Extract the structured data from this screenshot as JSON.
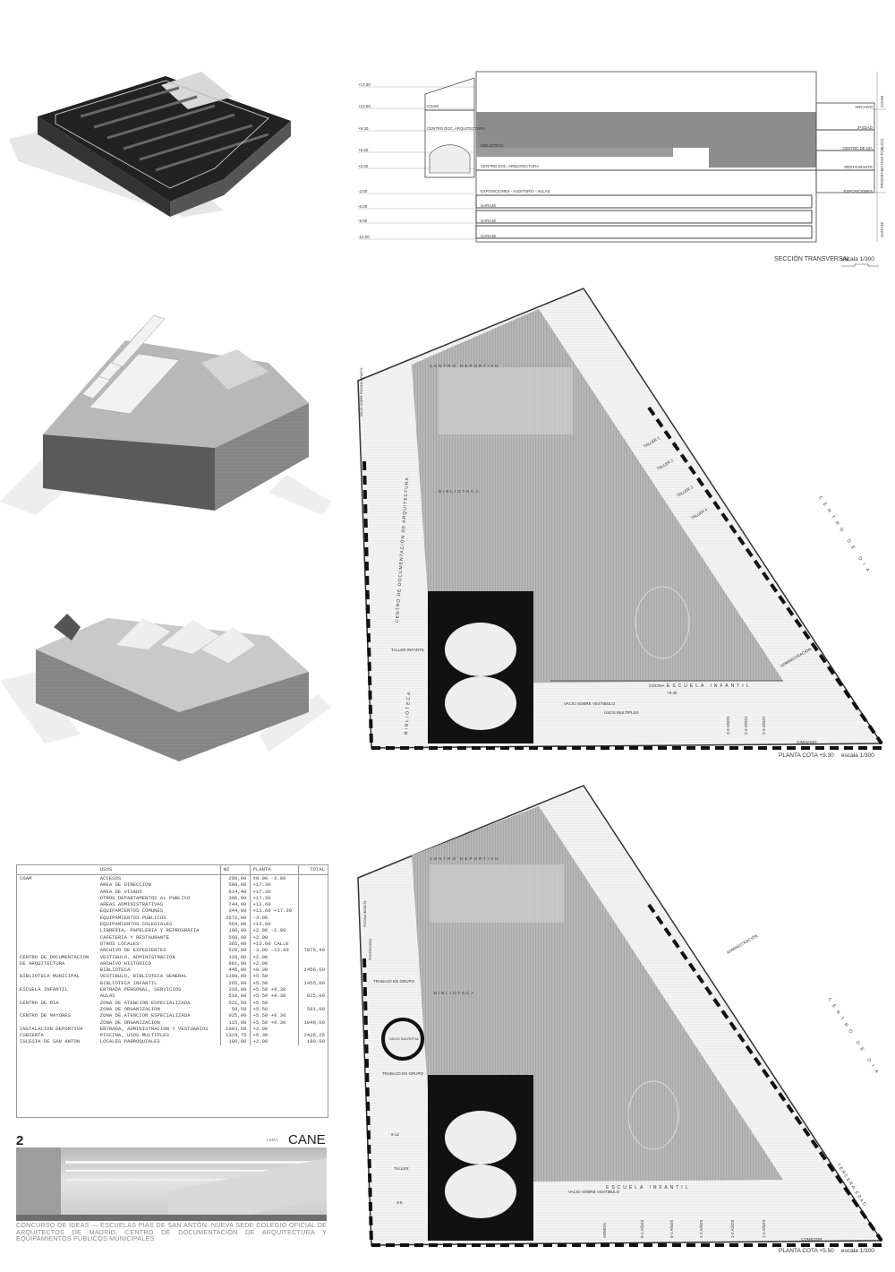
{
  "sheet_number": "2",
  "lema_label": "LEMA:",
  "lema": "CANE",
  "footer_text": "CONCURSO DE IDEAS — ESCUELAS PIAS DE SAN ANTÓN. NUEVA SEDE COLEGIO OFICIAL DE ARQUITECTOS DE MADRID, CENTRO DE DOCUMENTACIÓN DE ARQUITECTURA Y EQUIPAMIENTOS PÚBLICOS MUNICIPALES",
  "section": {
    "title": "SECCIÓN TRANSVERSAL",
    "scale": "escala 1/300",
    "levels": [
      "+17.30",
      "+13.60",
      "+9.30",
      "+5.50",
      "+2.00",
      "-3.00",
      "-6.00",
      "-9.00",
      "-12.00"
    ],
    "left_rooms": [
      "COAM",
      "CENTRO DOC. ARQUITECTURA",
      "BIBLIOTECA",
      "CENTRO DOC. ARQUITECTURA",
      "EXPOSICIONES - AUDITORIO - AULAS",
      "GARAJE",
      "GARAJE",
      "GARAJE"
    ],
    "right_rooms": [
      "ARCHIVO",
      "3ª EDAD",
      "CENTRO DE DÍA",
      "RESTAURANTE",
      "EXPOSICIONES"
    ],
    "side_labels": [
      "COAM",
      "PROGRAMA USO PÚBLICO",
      "GARAJE"
    ]
  },
  "plan_upper": {
    "title": "PLANTA COTA +9.30",
    "scale": "escala 1/300",
    "labels": {
      "centro_deportivo": "CENTRO DEPORTIVO",
      "biblioteca": "BIBLIOTECA",
      "centro_doc": "CENTRO DE DOCUMENTACIÓN DE ARQUITECTURA",
      "biblioteca_left": "BIBLIOTECA",
      "taller_infantil": "TALLER INFANTIL",
      "vacio_piscina": "VACIO SOBRE PISCINA INFANTIL",
      "escuela_infantil": "ESCUELA INFANTIL",
      "cocina": "COCINA",
      "vacio_vestibulo": "VACIO SOBRE VESTIBULO",
      "usos_multiples": "USOS MULTIPLES",
      "gimnasio": "GIMNASIO",
      "centro_dia": "CENTRO DE DIA",
      "talleres": [
        "TALLER 1",
        "TALLER 2",
        "TALLER 3",
        "TALLER 4"
      ],
      "administracion": "ADMINISTRACIÓN",
      "aulas": [
        "2-3 AÑOS",
        "2-3 AÑOS",
        "2-3 AÑOS"
      ],
      "cota": "+9.30"
    }
  },
  "plan_lower": {
    "title": "PLANTA COTA +5.50",
    "scale": "escala 1/300",
    "labels": {
      "centro_deportivo": "CENTRO DEPORTIVO",
      "biblioteca": "BIBLIOTECA",
      "piscina_infantil": "PISCINA INFANTIL",
      "profesores": "PROFESORES",
      "trabajo_grupo_1": "TRABAJO EN GRUPO",
      "vacio_sacristia": "VACIO SACRISTIA",
      "trabajo_grupo_2": "TRABAJO EN GRUPO",
      "taller": "TALLER",
      "edad_1": "9-12",
      "edad_2": "3-6",
      "escuela_infantil": "ESCUELA INFANTIL",
      "vacio_vestibulo": "VACIO SOBRE VESTIBULO",
      "admon": "ADMON.",
      "centro_dia": "CENTRO DE DIA",
      "tercera_edad": "TERCERA EDAD",
      "comedor": "COMEDOR",
      "administracion": "ADMINISTRACIÓN",
      "aulas": [
        "0-1 AÑOS",
        "0-1 AÑOS",
        "1-2 AÑOS",
        "1-2 AÑOS",
        "1-2 AÑOS"
      ]
    }
  },
  "program_table": {
    "headers": [
      "",
      "USOS",
      "m2",
      "PLANTA",
      "TOTAL"
    ],
    "rows": [
      [
        "COAM",
        "ACCESOS",
        "200,00",
        "±0.00  -3.00",
        ""
      ],
      [
        "",
        "AREA DE DIRECCION",
        "508,00",
        "+17.30",
        ""
      ],
      [
        "",
        "AREA DE VISADO",
        "814,40",
        "+17.30",
        ""
      ],
      [
        "",
        "OTROS DEPARTAMENTOS AL PUBLICO",
        "396,00",
        "+17.30",
        ""
      ],
      [
        "",
        "AREAS ADMINISTRATIVAS",
        "744,00",
        "+13.60",
        ""
      ],
      [
        "",
        "EQUIPAMIENTOS COMUNES",
        "344,00",
        "+13.60 +17.30",
        ""
      ],
      [
        "",
        "EQUIPAMIENTOS PUBLICOS",
        "2672,00",
        "-3.00",
        ""
      ],
      [
        "",
        "EQUIPAMIENTOS COLEGIALES",
        "564,00",
        "+13.60",
        ""
      ],
      [
        "",
        "LIBRERIA, PAPELERIA Y REPROGRAFIA",
        "180,00",
        "+2.00  -2.00",
        ""
      ],
      [
        "",
        "CAFETERIA Y RESTAURANTE",
        "568,00",
        "+2.00",
        ""
      ],
      [
        "",
        "OTROS LOCALES",
        "365,00",
        "+13.60  CALLE",
        ""
      ],
      [
        "",
        "ARCHIVO DE EXPEDIENTES",
        "520,00",
        "-3.00 -13.60",
        "7875,40"
      ],
      null,
      [
        "CENTRO DE DOCUMENTACION",
        "VESTIBULO, ADMINISTRACION",
        "120,00",
        "+2.00",
        ""
      ],
      [
        "DE ARQUITECTURA",
        "ARCHIVO HISTORICO",
        "981,00",
        "+2.00",
        ""
      ],
      [
        "",
        "BIBLIOTECA",
        "445,00",
        "+9.30",
        "1456,00"
      ],
      null,
      [
        "BIBLIOTECA MUNICIPAL",
        "VESTIBULO, BIBLIOTECA GENERAL",
        "1190,00",
        "+5.50",
        ""
      ],
      [
        "",
        "BIBLIOTECA INFANTIL",
        "265,00",
        "+5.50",
        "1455,00"
      ],
      null,
      [
        "ESCUELA INFANTIL",
        "ENTRADA PERSONAL, SERVICIOS",
        "310,00",
        "+5.50  +9.30",
        ""
      ],
      [
        "",
        "AULAS",
        "510,00",
        "+5.50  +9.30",
        "825,00"
      ],
      null,
      [
        "CENTRO DE DIA",
        "ZONA DE ATENCION ESPECIALIZADA",
        "521,50",
        "+5.50",
        ""
      ],
      [
        "",
        "ZONA DE ORGANIZACION",
        "59,50",
        "+5.50",
        "581,00"
      ],
      null,
      [
        "CENTRO DE MAYORES",
        "ZONA DE ATENCION ESPECIALIZADA",
        "925,00",
        "+5.50  +9.30",
        ""
      ],
      [
        "",
        "ZONA DE ORGANIZACION",
        "115,00",
        "+5.50  +9.30",
        "1040,00"
      ],
      null,
      [
        "INSTALACION DEPORTIVA",
        "ENTRADA, ADMINISTRACION Y VESTUARIOS",
        "1093,50",
        "+2.00",
        ""
      ],
      [
        "CUBIERTA",
        "PISCINA, USOS MULTIPLES",
        "1329,75",
        "+9.30",
        "2426,25"
      ],
      null,
      [
        "IGLESIA DE SAN ANTON",
        "LOCALES PARROQUIALES",
        "180,00",
        "+2.00",
        "180,00"
      ]
    ]
  }
}
